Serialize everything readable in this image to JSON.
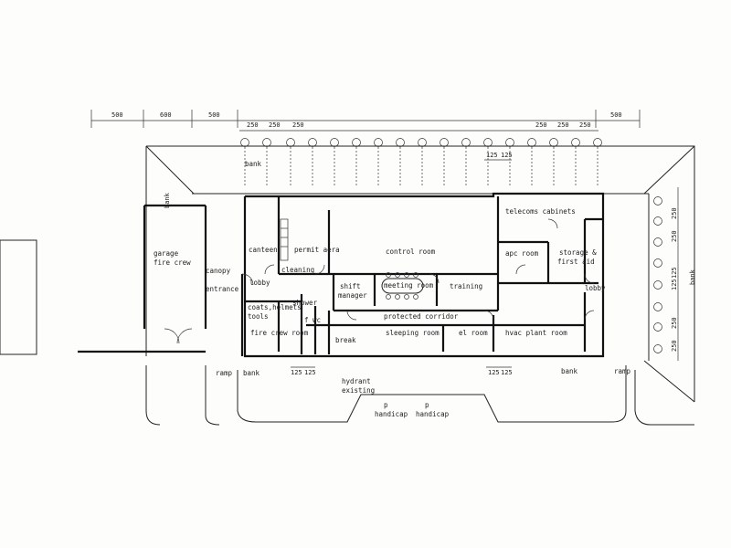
{
  "dimensions": {
    "top_left": [
      "500",
      "600",
      "500"
    ],
    "top_bays": [
      "250",
      "250",
      "250",
      "250",
      "250",
      "250"
    ],
    "top_right": "500",
    "inner_top": [
      "125",
      "125"
    ],
    "right_side": [
      "250",
      "250",
      "125",
      "125",
      "250",
      "250"
    ],
    "bottom_mid": [
      "125",
      "125"
    ],
    "bottom_right": [
      "125",
      "125"
    ]
  },
  "rooms": {
    "control_room": "control room",
    "canteen": "canteen",
    "permit_area": "permit aera",
    "cleaning": "cleaning",
    "lobby_left": "lobby",
    "shift_manager": "shift\nmanager",
    "meeting_room": "meeting room",
    "training": "training",
    "telecoms": "telecoms cabinets",
    "apc_room": "apc room",
    "storage": "storage &\nfirst aid",
    "lobby_right": "lobby",
    "protected_corridor": "protected corridor",
    "sleeping_room": "sleeping room",
    "el_room": "el room",
    "hvac": "hvac plant room",
    "coats": "coats,helmets\ntools",
    "fire_crew_room": "fire crew room",
    "shower": "shower",
    "wc": "wc",
    "break": "break",
    "garage": "garage\nfire crew",
    "canopy": "canopy",
    "entrance": "entrance"
  },
  "site": {
    "bank_top": "bank",
    "bank_left": "bank",
    "bank_bottom_left": "bank",
    "bank_bottom_right": "bank",
    "bank_right": "bank",
    "ramp_left": "ramp",
    "ramp_right": "ramp",
    "hydrant": "hydrant\nexisting",
    "handicap_1": "p\nhandicap",
    "handicap_2": "p\nhandicap"
  }
}
